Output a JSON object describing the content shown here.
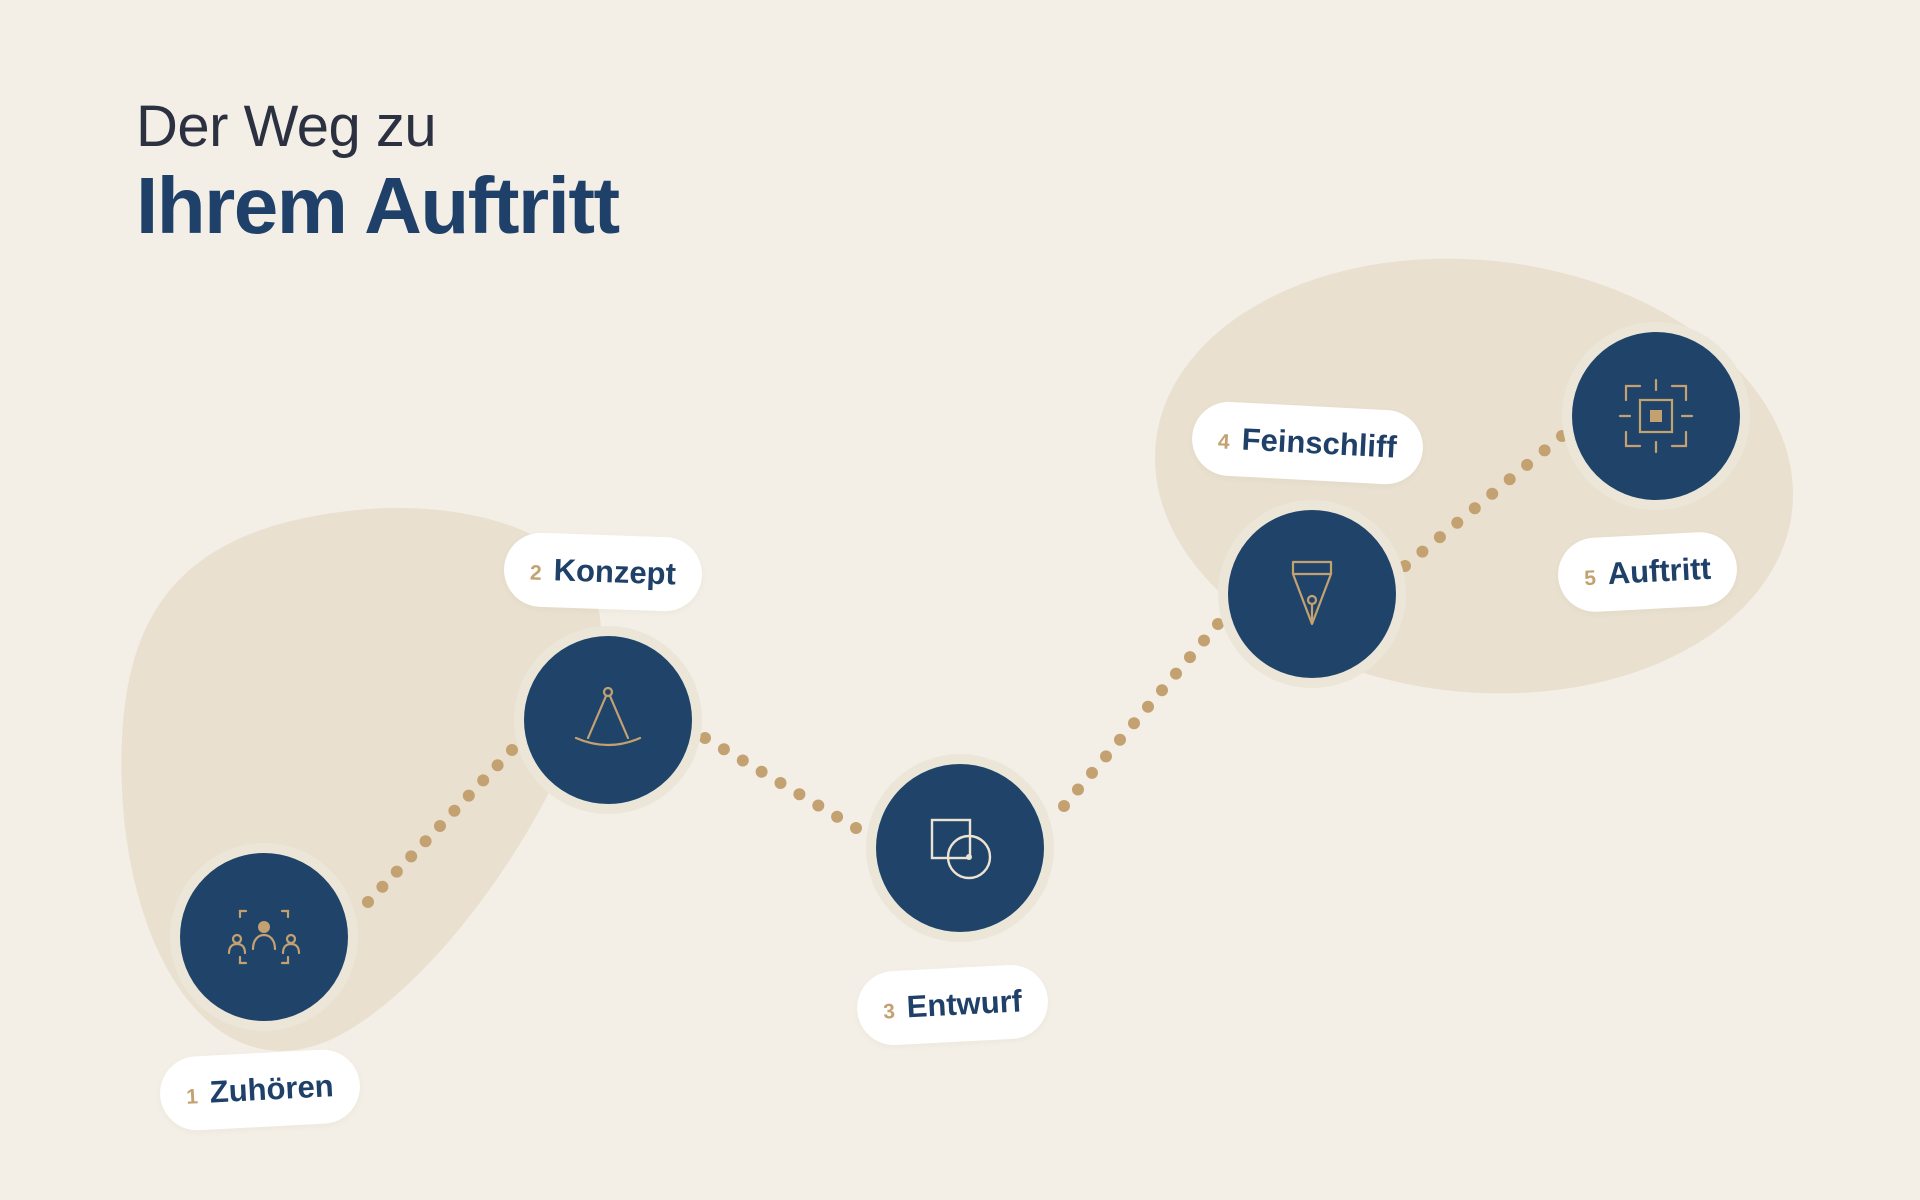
{
  "title": {
    "line1": "Der Weg zu",
    "line2": "Ihrem Auftritt"
  },
  "colors": {
    "background": "#f3efe6",
    "blob": "#e9e0cf",
    "node": "#204469",
    "accent": "#c3a171",
    "text": "#1f4068"
  },
  "steps": [
    {
      "number": "1",
      "label": "Zuhören",
      "icon": "audience-focus-icon"
    },
    {
      "number": "2",
      "label": "Konzept",
      "icon": "compass-icon"
    },
    {
      "number": "3",
      "label": "Entwurf",
      "icon": "shapes-icon"
    },
    {
      "number": "4",
      "label": "Feinschliff",
      "icon": "pen-nib-icon"
    },
    {
      "number": "5",
      "label": "Auftritt",
      "icon": "focus-target-icon"
    }
  ]
}
